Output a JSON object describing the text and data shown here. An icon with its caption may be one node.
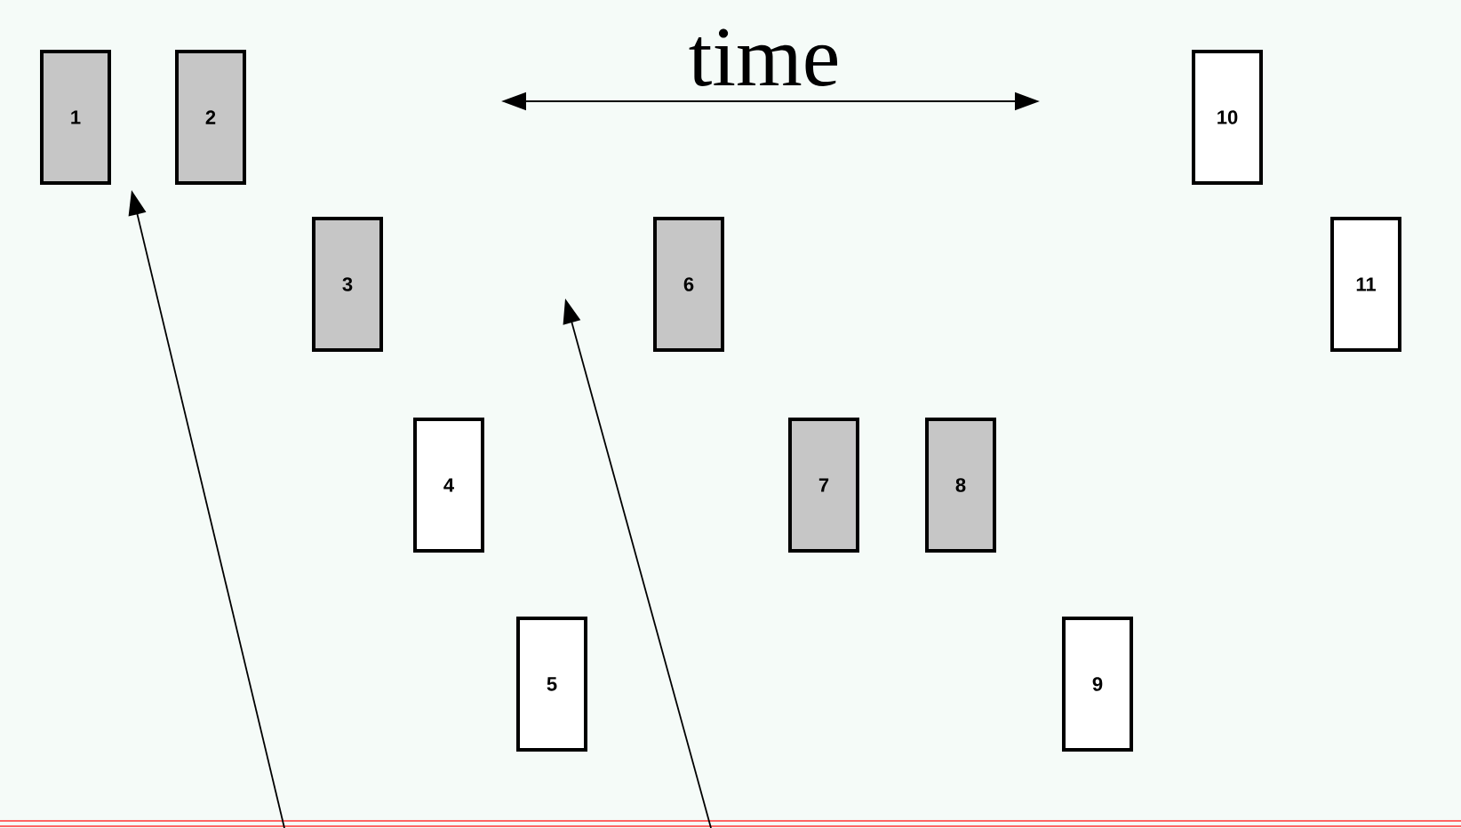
{
  "diagram": {
    "nodes": [
      {
        "text": [
          "1"
        ]
      },
      {
        "text": [
          "2"
        ]
      },
      {
        "text": [
          "3"
        ]
      },
      {
        "text": [
          "4"
        ]
      },
      {
        "text": [
          "5"
        ]
      },
      {
        "text": [
          "6"
        ]
      },
      {
        "text": [
          "7"
        ]
      },
      {
        "text": [
          "8"
        ]
      },
      {
        "text": [
          "9"
        ]
      },
      {
        "text": [
          "10"
        ]
      },
      {
        "text": [
          "11"
        ]
      }
    ],
    "labels": [
      "time"
    ]
  }
}
